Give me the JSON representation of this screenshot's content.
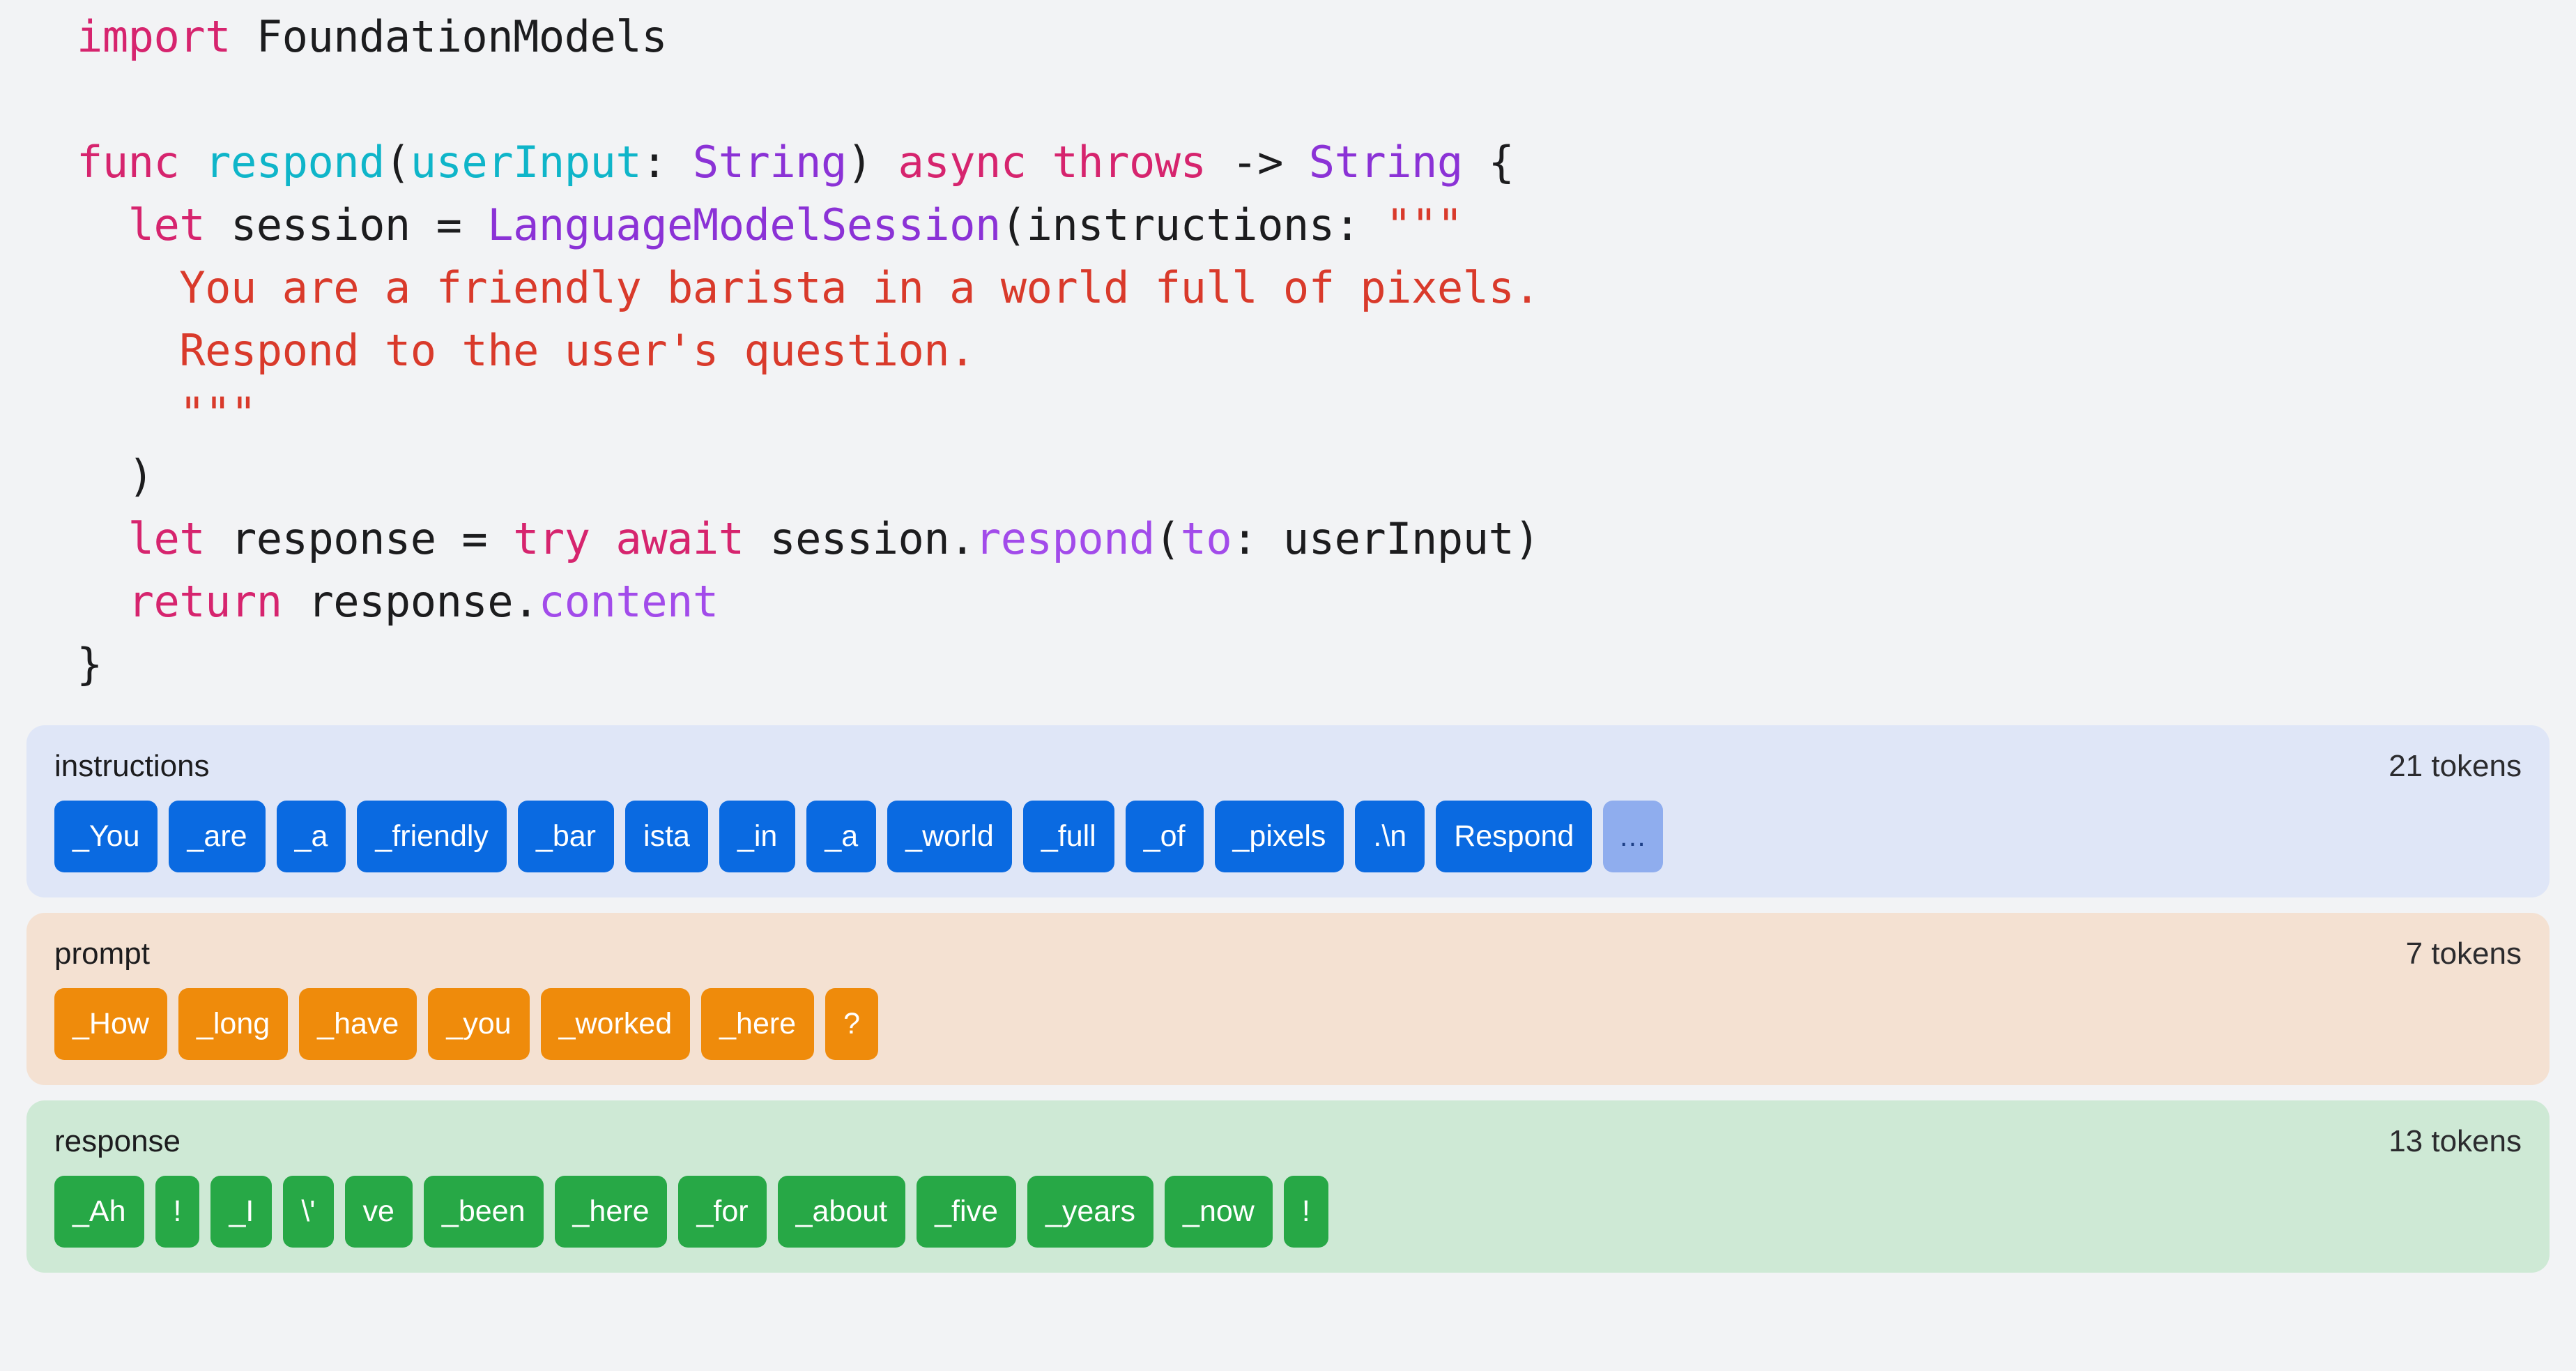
{
  "code": {
    "language": "swift",
    "lines": [
      [
        {
          "t": "import",
          "c": "kw"
        },
        {
          "t": " FoundationModels",
          "c": "plain"
        }
      ],
      [
        {
          "t": "",
          "c": "plain"
        }
      ],
      [
        {
          "t": "func",
          "c": "kw"
        },
        {
          "t": " ",
          "c": "plain"
        },
        {
          "t": "respond",
          "c": "fn"
        },
        {
          "t": "(",
          "c": "plain"
        },
        {
          "t": "userInput",
          "c": "fn"
        },
        {
          "t": ": ",
          "c": "plain"
        },
        {
          "t": "String",
          "c": "type"
        },
        {
          "t": ") ",
          "c": "plain"
        },
        {
          "t": "async throws",
          "c": "kw"
        },
        {
          "t": " -> ",
          "c": "plain"
        },
        {
          "t": "String",
          "c": "type"
        },
        {
          "t": " {",
          "c": "plain"
        }
      ],
      [
        {
          "t": "  ",
          "c": "plain"
        },
        {
          "t": "let",
          "c": "kw"
        },
        {
          "t": " session = ",
          "c": "plain"
        },
        {
          "t": "LanguageModelSession",
          "c": "type"
        },
        {
          "t": "(instructions: ",
          "c": "plain"
        },
        {
          "t": "\"\"\"",
          "c": "str"
        }
      ],
      [
        {
          "t": "    You are a friendly barista in a world full of pixels.",
          "c": "str"
        }
      ],
      [
        {
          "t": "    Respond to the user's question.",
          "c": "str"
        }
      ],
      [
        {
          "t": "    \"\"\"",
          "c": "str"
        }
      ],
      [
        {
          "t": "  )",
          "c": "plain"
        }
      ],
      [
        {
          "t": "  ",
          "c": "plain"
        },
        {
          "t": "let",
          "c": "kw"
        },
        {
          "t": " response = ",
          "c": "plain"
        },
        {
          "t": "try await",
          "c": "kw"
        },
        {
          "t": " session.",
          "c": "plain"
        },
        {
          "t": "respond",
          "c": "mem"
        },
        {
          "t": "(",
          "c": "plain"
        },
        {
          "t": "to",
          "c": "mem"
        },
        {
          "t": ": userInput)",
          "c": "plain"
        }
      ],
      [
        {
          "t": "  ",
          "c": "plain"
        },
        {
          "t": "return",
          "c": "kw"
        },
        {
          "t": " response.",
          "c": "plain"
        },
        {
          "t": "content",
          "c": "mem"
        }
      ],
      [
        {
          "t": "}",
          "c": "plain"
        }
      ]
    ]
  },
  "panels": [
    {
      "id": "instructions",
      "title": "instructions",
      "count": "21 tokens",
      "accent": "#0a6ae1",
      "background": "#dfe6f7",
      "tokens": [
        "_You",
        "_are",
        "_a",
        "_friendly",
        "_bar",
        "ista",
        "_in",
        "_a",
        "_world",
        "_full",
        "_of",
        "_pixels",
        ".\\n",
        "Respond"
      ],
      "overflow": "…"
    },
    {
      "id": "prompt",
      "title": "prompt",
      "count": "7 tokens",
      "accent": "#ef8b0b",
      "background": "#f4e1d2",
      "tokens": [
        "_How",
        "_long",
        "_have",
        "_you",
        "_worked",
        "_here",
        "?"
      ],
      "overflow": null
    },
    {
      "id": "response",
      "title": "response",
      "count": "13 tokens",
      "accent": "#27a846",
      "background": "#cee9d5",
      "tokens": [
        "_Ah",
        "!",
        "_I",
        "\\'",
        "ve",
        "_been",
        "_here",
        "_for",
        "_about",
        "_five",
        "_years",
        "_now",
        "!"
      ],
      "overflow": null
    }
  ]
}
